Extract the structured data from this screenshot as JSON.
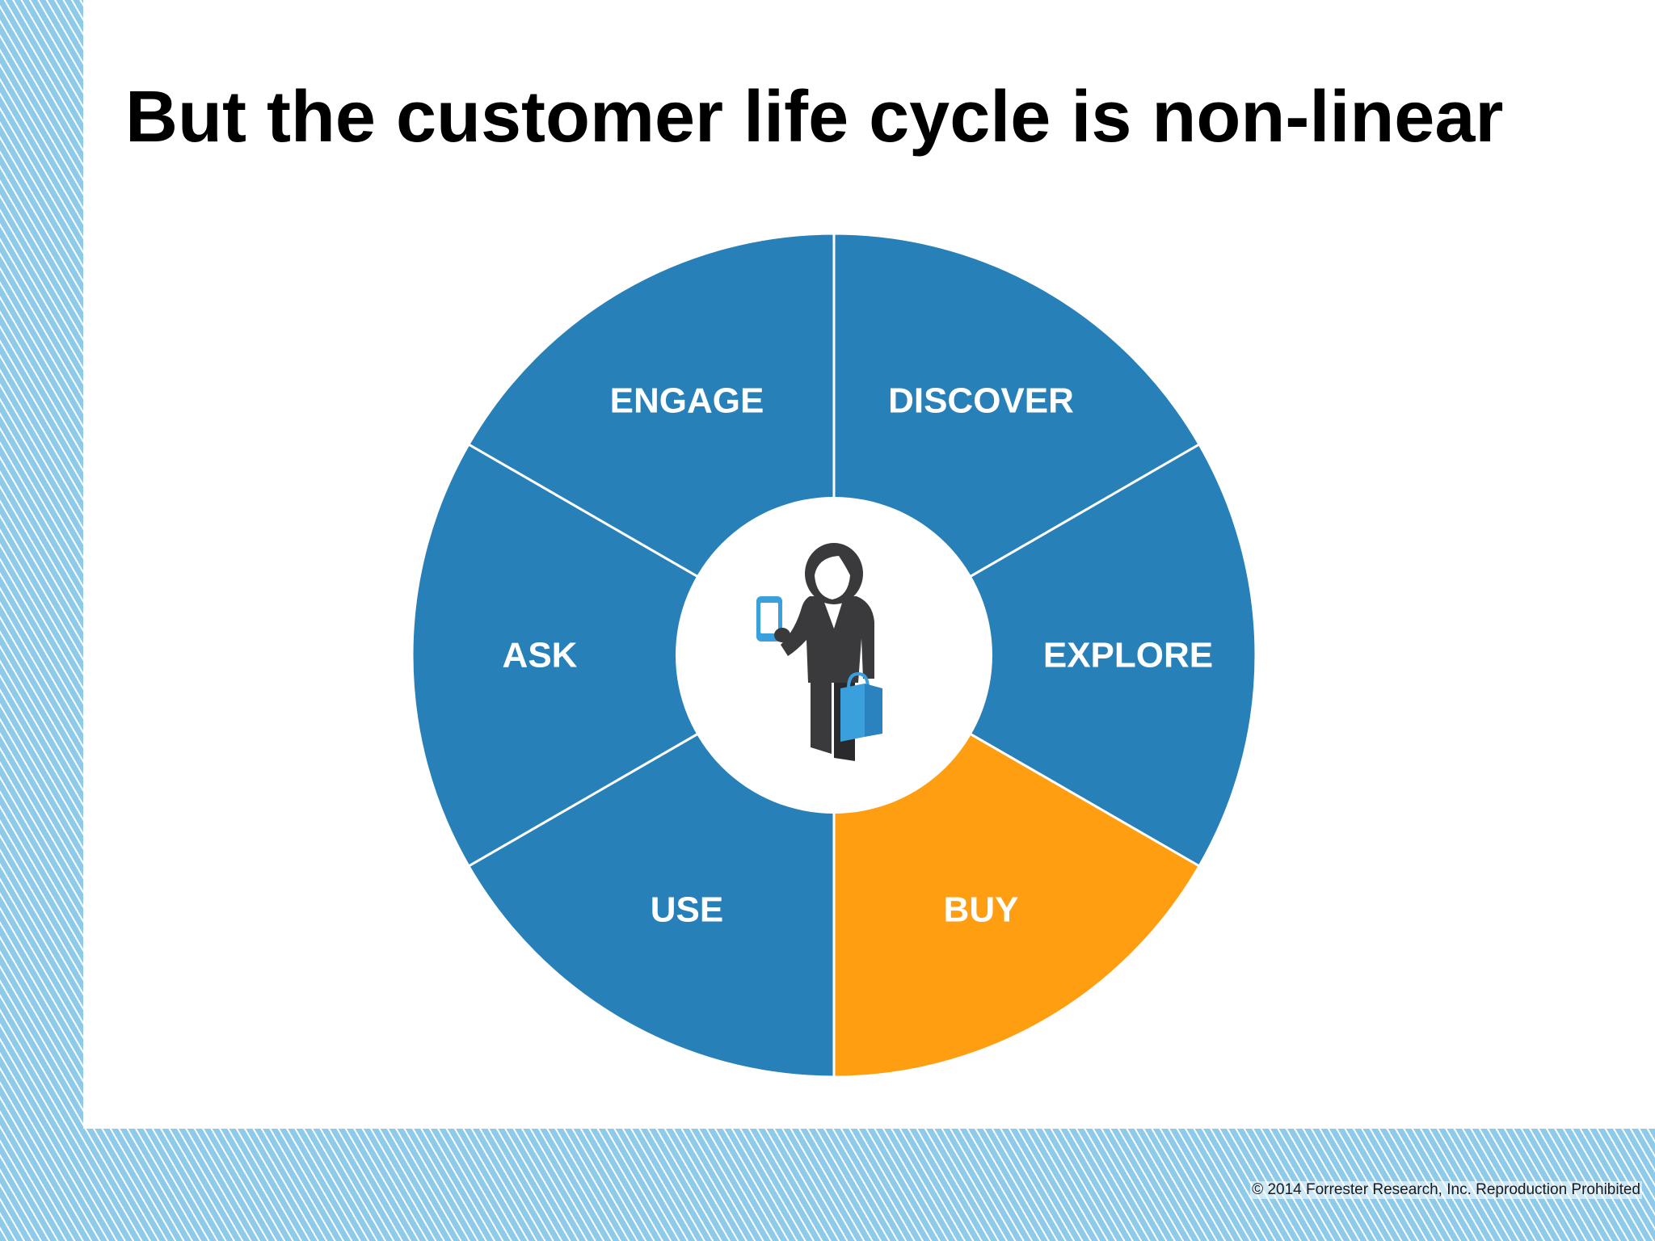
{
  "slide": {
    "title": "But the customer life cycle is non-linear",
    "copyright": "© 2014 Forrester Research, Inc. Reproduction Prohibited"
  },
  "wheel": {
    "segments": [
      {
        "label": "DISCOVER",
        "color": "#2880b9",
        "highlighted": false
      },
      {
        "label": "EXPLORE",
        "color": "#2880b9",
        "highlighted": false
      },
      {
        "label": "BUY",
        "color": "#ff9e10",
        "highlighted": true
      },
      {
        "label": "USE",
        "color": "#2880b9",
        "highlighted": false
      },
      {
        "label": "ASK",
        "color": "#2880b9",
        "highlighted": false
      },
      {
        "label": "ENGAGE",
        "color": "#2880b9",
        "highlighted": false
      }
    ],
    "center_icon": "customer-with-phone-and-shopping-bag-icon"
  },
  "colors": {
    "segment_blue": "#2880b9",
    "segment_orange": "#ff9e10",
    "figure_dark": "#3a3a3c",
    "device_blue": "#3aa0dd",
    "stripe_blue": "#8ecbeb"
  }
}
